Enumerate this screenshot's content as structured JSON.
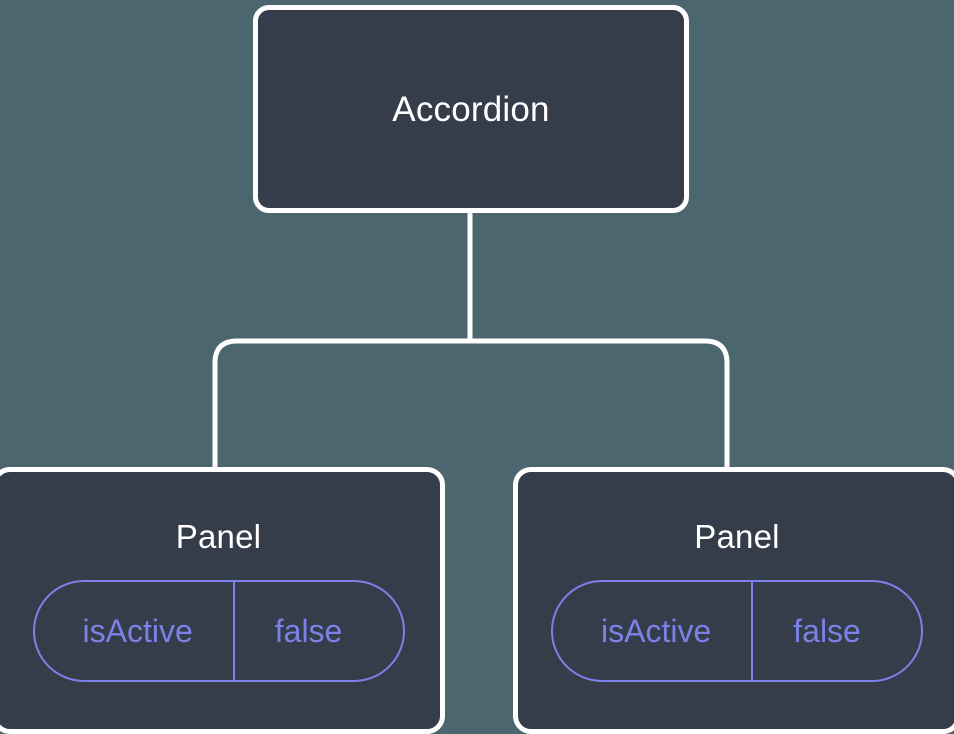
{
  "theme": {
    "background": "#4c6670",
    "node_fill": "#353c4a",
    "node_border": "#ffffff",
    "title_color": "#ffffff",
    "badge_color": "#7c81e8",
    "connector_color": "#ffffff"
  },
  "diagram": {
    "type": "component-tree",
    "root": {
      "id": "accordion",
      "label": "Accordion"
    },
    "children": [
      {
        "id": "panel-1",
        "label": "Panel",
        "state": {
          "key": "isActive",
          "value": "false"
        }
      },
      {
        "id": "panel-2",
        "label": "Panel",
        "state": {
          "key": "isActive",
          "value": "false"
        }
      }
    ],
    "edges": [
      {
        "from": "accordion",
        "to": "panel-1"
      },
      {
        "from": "accordion",
        "to": "panel-2"
      }
    ]
  }
}
